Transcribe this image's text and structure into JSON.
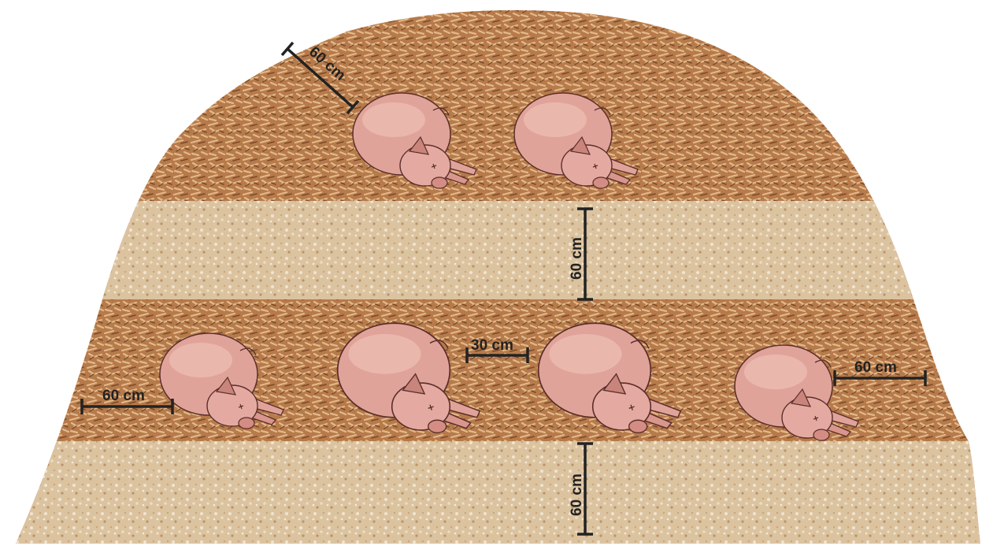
{
  "measurements": {
    "top_diagonal": "60 cm",
    "upper_vertical": "60 cm",
    "middle_gap": "30 cm",
    "left_edge": "60 cm",
    "right_edge": "60 cm",
    "lower_vertical": "60 cm"
  },
  "colors": {
    "straw_dark": "#b77a4a",
    "straw_light": "#d9b98f",
    "sawdust_light": "#e4d0b0",
    "pig_body": "#e0a39a",
    "pig_shadow": "#c27d74",
    "dimension_line": "#222222"
  },
  "icons": [
    "pig-icon",
    "straw-texture",
    "sawdust-texture"
  ]
}
